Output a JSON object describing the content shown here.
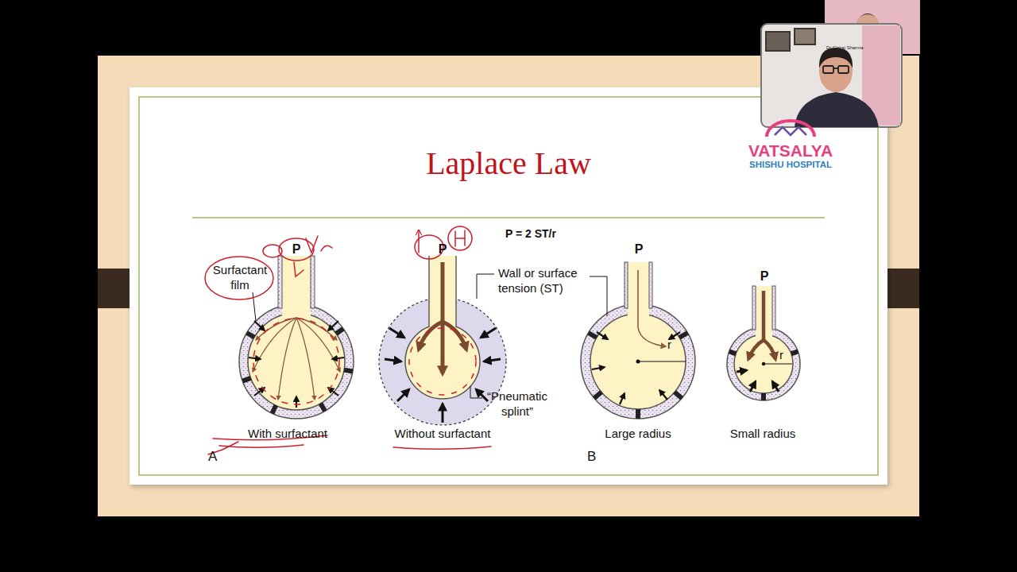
{
  "diagram": {
    "title": "Laplace Law",
    "labels": [
      "P = 2 ST/r",
      "Surfactant film",
      "P",
      "P",
      "Wall or surface tension (ST)",
      "“Pneumatic splint”",
      "P",
      "r",
      "P",
      "r",
      "With surfactant",
      "Without surfactant",
      "Large radius",
      "Small radius",
      "A",
      "B",
      "VATSALYA",
      "SHISHU HOSPITAL",
      "Dr Giriraj Sharma"
    ]
  }
}
